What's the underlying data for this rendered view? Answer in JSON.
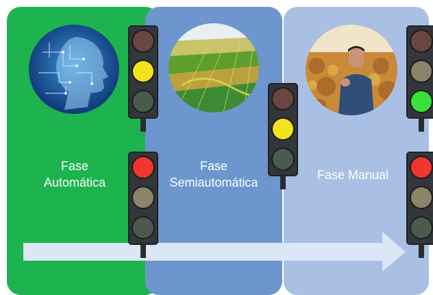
{
  "phases": [
    {
      "label_line1": "Fase",
      "label_line2": "Automática",
      "image": "ai-head-circuit",
      "color": "#1db450",
      "light": "yellow"
    },
    {
      "label_line1": "Fase",
      "label_line2": "Semiautomática",
      "image": "satellite-field",
      "color": "#6d96ce",
      "light": "yellow"
    },
    {
      "label_line1": "Fase Manual",
      "label_line2": "",
      "image": "farmer-vineyard",
      "color": "#a9c0e4",
      "light": "green"
    }
  ],
  "lower_lights": [
    "red",
    "red"
  ],
  "arrow": {
    "color": "#dbe6f6",
    "direction": "right"
  }
}
